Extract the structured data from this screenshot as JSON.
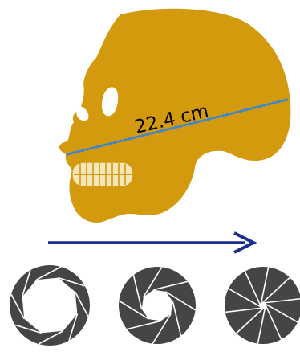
{
  "skull": {
    "measurement_label": "22.4 cm",
    "fill_color": "#D49A0E",
    "measure_line_color": "#3A86D0",
    "teeth_color": "#F3E6B8"
  },
  "arrow": {
    "color": "#1A2E94",
    "direction": "right"
  },
  "apertures": {
    "color": "#454545",
    "items": [
      {
        "state": "wide-open"
      },
      {
        "state": "half-open"
      },
      {
        "state": "nearly-closed"
      }
    ]
  }
}
